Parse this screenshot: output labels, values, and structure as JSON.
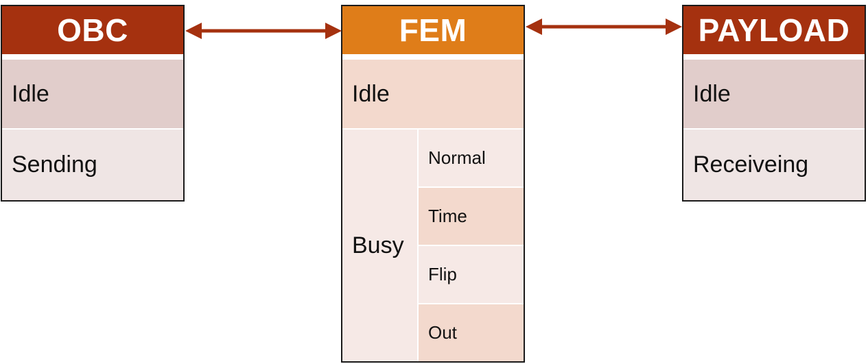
{
  "obc": {
    "title": "OBC",
    "states": [
      "Idle",
      "Sending"
    ],
    "header_color": "#a5310f"
  },
  "fem": {
    "title": "FEM",
    "idle": "Idle",
    "busy": "Busy",
    "busy_substates": [
      "Normal",
      "Time",
      "Flip",
      "Out"
    ],
    "header_color": "#df7d19"
  },
  "payload": {
    "title": "PAYLOAD",
    "states": [
      "Idle",
      "Receiveing"
    ],
    "header_color": "#a5310f"
  },
  "arrow_color": "#a5310f"
}
